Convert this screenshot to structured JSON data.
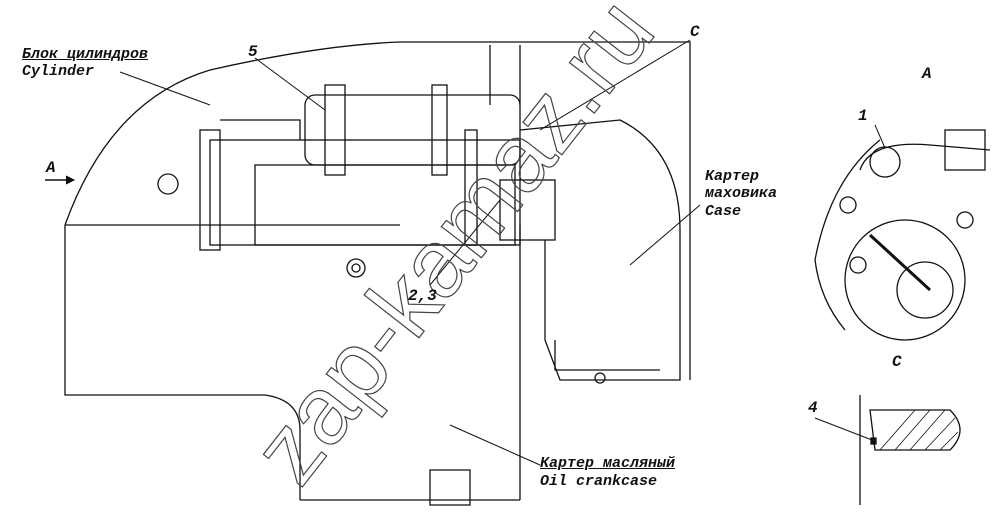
{
  "labels": {
    "cylinder_block_ru": "Блок цилиндров",
    "cylinder_block_en": "Cylinder",
    "flywheel_case_ru_1": "Картер",
    "flywheel_case_ru_2": "маховика",
    "flywheel_case_en": "Case",
    "oil_crankcase_ru": "Картер масляный",
    "oil_crankcase_en": "Oil crankcase",
    "view_a_arrow": "A",
    "view_a_title": "A",
    "view_c_title": "C",
    "callout_c": "C",
    "callout_5": "5",
    "callout_2_3": "2,3",
    "callout_1": "1",
    "callout_4": "4"
  },
  "watermark": "zap-kamaz.ru"
}
